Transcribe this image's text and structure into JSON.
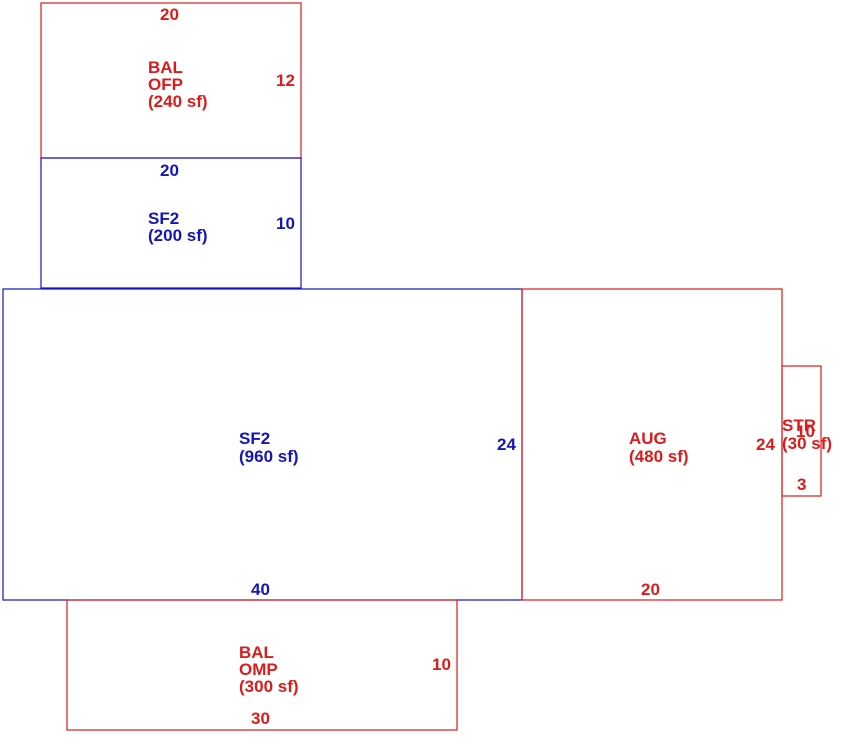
{
  "colors": {
    "red": "#d91c1c",
    "blue": "#1515b8"
  },
  "areas": [
    {
      "id": "bal_ofp",
      "color": "red",
      "lines": [
        "BAL",
        "OFP",
        "(240 sf)"
      ],
      "dims": [
        "20",
        "12"
      ]
    },
    {
      "id": "sf2_upper",
      "color": "blue",
      "lines": [
        "SF2",
        "(200 sf)"
      ],
      "dims": [
        "20",
        "10"
      ]
    },
    {
      "id": "sf2_main",
      "color": "blue",
      "lines": [
        "SF2",
        "(960 sf)"
      ],
      "dims": [
        "24",
        "40"
      ]
    },
    {
      "id": "aug",
      "color": "red",
      "lines": [
        "AUG",
        "(480 sf)"
      ],
      "dims": [
        "24",
        "20"
      ]
    },
    {
      "id": "str",
      "color": "red",
      "lines": [
        "STR",
        "(30 sf)"
      ],
      "dims": [
        "10",
        "3"
      ]
    },
    {
      "id": "bal_omp",
      "color": "red",
      "lines": [
        "BAL",
        "OMP",
        "(300 sf)"
      ],
      "dims": [
        "10",
        "30"
      ]
    }
  ]
}
